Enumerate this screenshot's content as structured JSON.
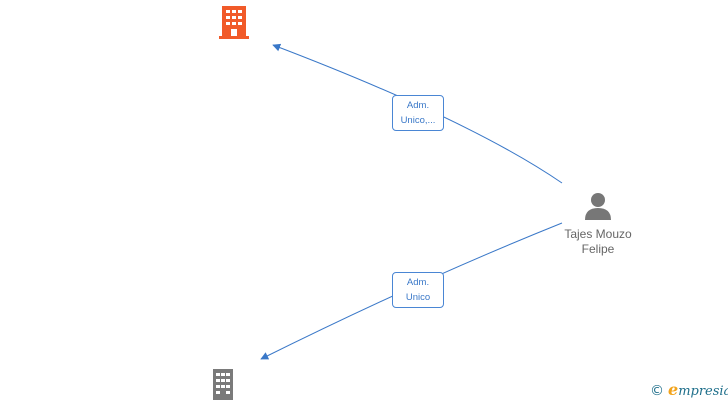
{
  "nodes": {
    "company_top": {
      "icon": "building-icon",
      "color": "#f15a29"
    },
    "company_bottom": {
      "icon": "building-icon",
      "color": "#7a7a7a"
    },
    "person": {
      "icon": "person-icon",
      "color": "#777777",
      "name_line1": "Tajes Mouzo",
      "name_line2": "Felipe"
    }
  },
  "edges": [
    {
      "line1": "Adm.",
      "line2": "Unico,...",
      "color": "#3a78c8"
    },
    {
      "line1": "Adm.",
      "line2": "Unico",
      "color": "#3a78c8"
    }
  ],
  "brand": {
    "copyright": "©",
    "initial": "e",
    "rest": "mpresia"
  }
}
